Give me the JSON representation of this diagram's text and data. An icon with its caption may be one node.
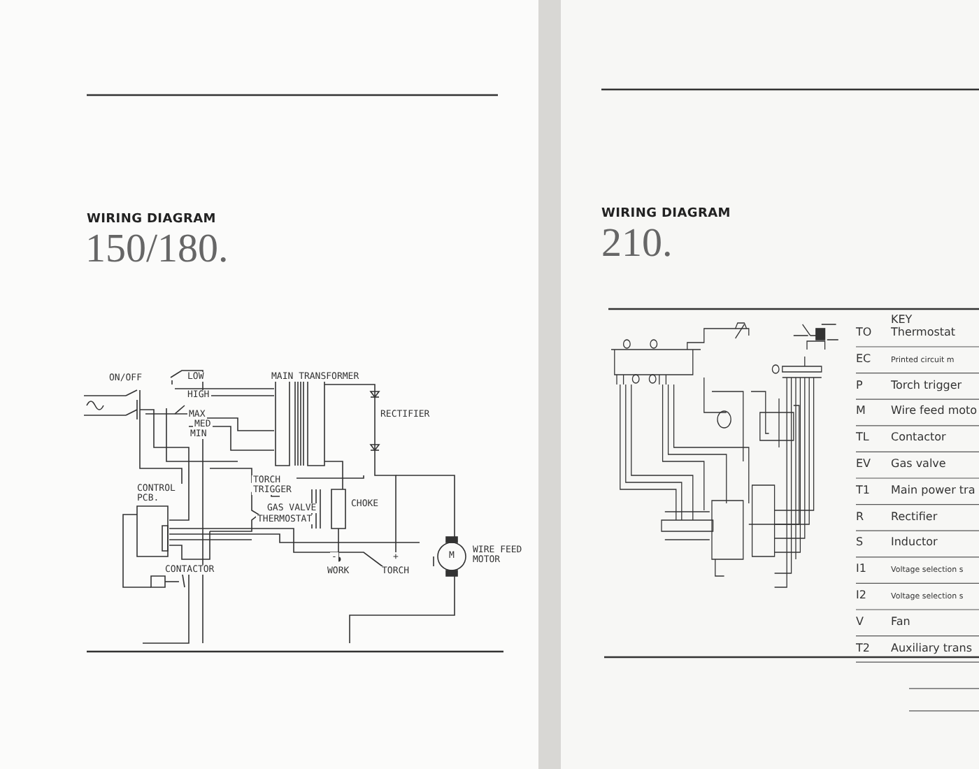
{
  "diagram": {
    "labels": [
      "WIRING DIAGRAM",
      "150/180.",
      "WIRING DIAGRAM",
      "210.",
      "ON/OFF",
      "LOW",
      "HIGH",
      "MAX",
      "MED",
      "MIN",
      "MAIN TRANSFORMER",
      "RECTIFIER",
      "TORCH TRIGGER",
      "GAS VALVE",
      "THERMOSTAT",
      "CHOKE",
      "CONTROL PCB.",
      "CONTACTOR",
      "-",
      "WORK",
      "+",
      "TORCH",
      "M",
      "WIRE FEED MOTOR",
      "KEY",
      "TO",
      "Thermostat",
      "EC",
      "Printed circuit m",
      "P",
      "Torch trigger",
      "M",
      "Wire feed moto",
      "TL",
      "Contactor",
      "EV",
      "Gas valve",
      "T1",
      "Main power tra",
      "R",
      "Rectifier",
      "S",
      "Inductor",
      "I1",
      "Voltage selection s",
      "I2",
      "Voltage selection s",
      "V",
      "Fan",
      "T2",
      "Auxiliary trans"
    ]
  }
}
